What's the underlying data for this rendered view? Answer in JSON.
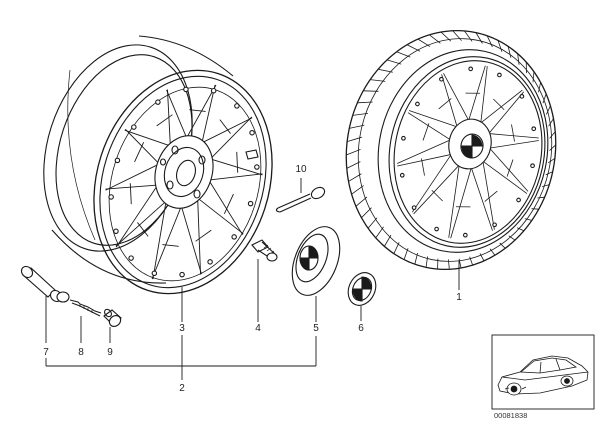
{
  "diagram": {
    "callouts": {
      "p1": "1",
      "p2": "2",
      "p3": "3",
      "p4": "4",
      "p5": "5",
      "p6": "6",
      "p7": "7",
      "p8": "8",
      "p9": "9",
      "p10": "10"
    },
    "inset": {
      "code": "00081838"
    },
    "colors": {
      "line": "#1a1a1a",
      "background": "#ffffff"
    }
  }
}
